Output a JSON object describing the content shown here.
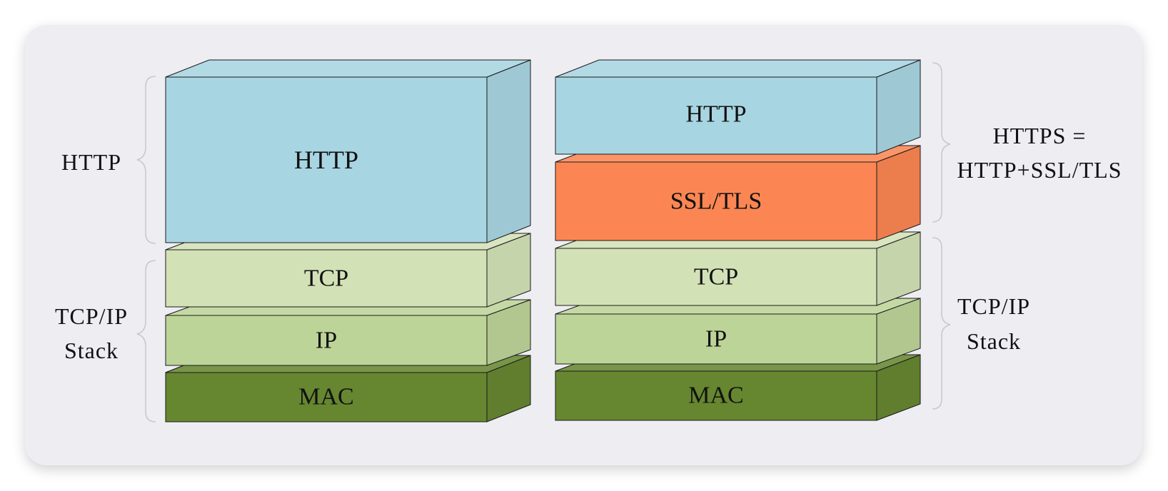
{
  "left_stack": {
    "layers": [
      {
        "label": "HTTP",
        "color": "#a8d5e2"
      },
      {
        "label": "TCP",
        "color": "#d3e1b7"
      },
      {
        "label": "IP",
        "color": "#bdd498"
      },
      {
        "label": "MAC",
        "color": "#668630"
      }
    ],
    "braces": [
      {
        "label_lines": [
          "HTTP"
        ]
      },
      {
        "label_lines": [
          "TCP/IP",
          "Stack"
        ]
      }
    ]
  },
  "right_stack": {
    "layers": [
      {
        "label": "HTTP",
        "color": "#a8d5e2"
      },
      {
        "label": "SSL/TLS",
        "color": "#fb8653"
      },
      {
        "label": "TCP",
        "color": "#d3e1b7"
      },
      {
        "label": "IP",
        "color": "#bdd498"
      },
      {
        "label": "MAC",
        "color": "#668630"
      }
    ],
    "braces": [
      {
        "label_lines": [
          "HTTPS =",
          "HTTP+SSL/TLS"
        ]
      },
      {
        "label_lines": [
          "TCP/IP",
          "Stack"
        ]
      }
    ]
  }
}
